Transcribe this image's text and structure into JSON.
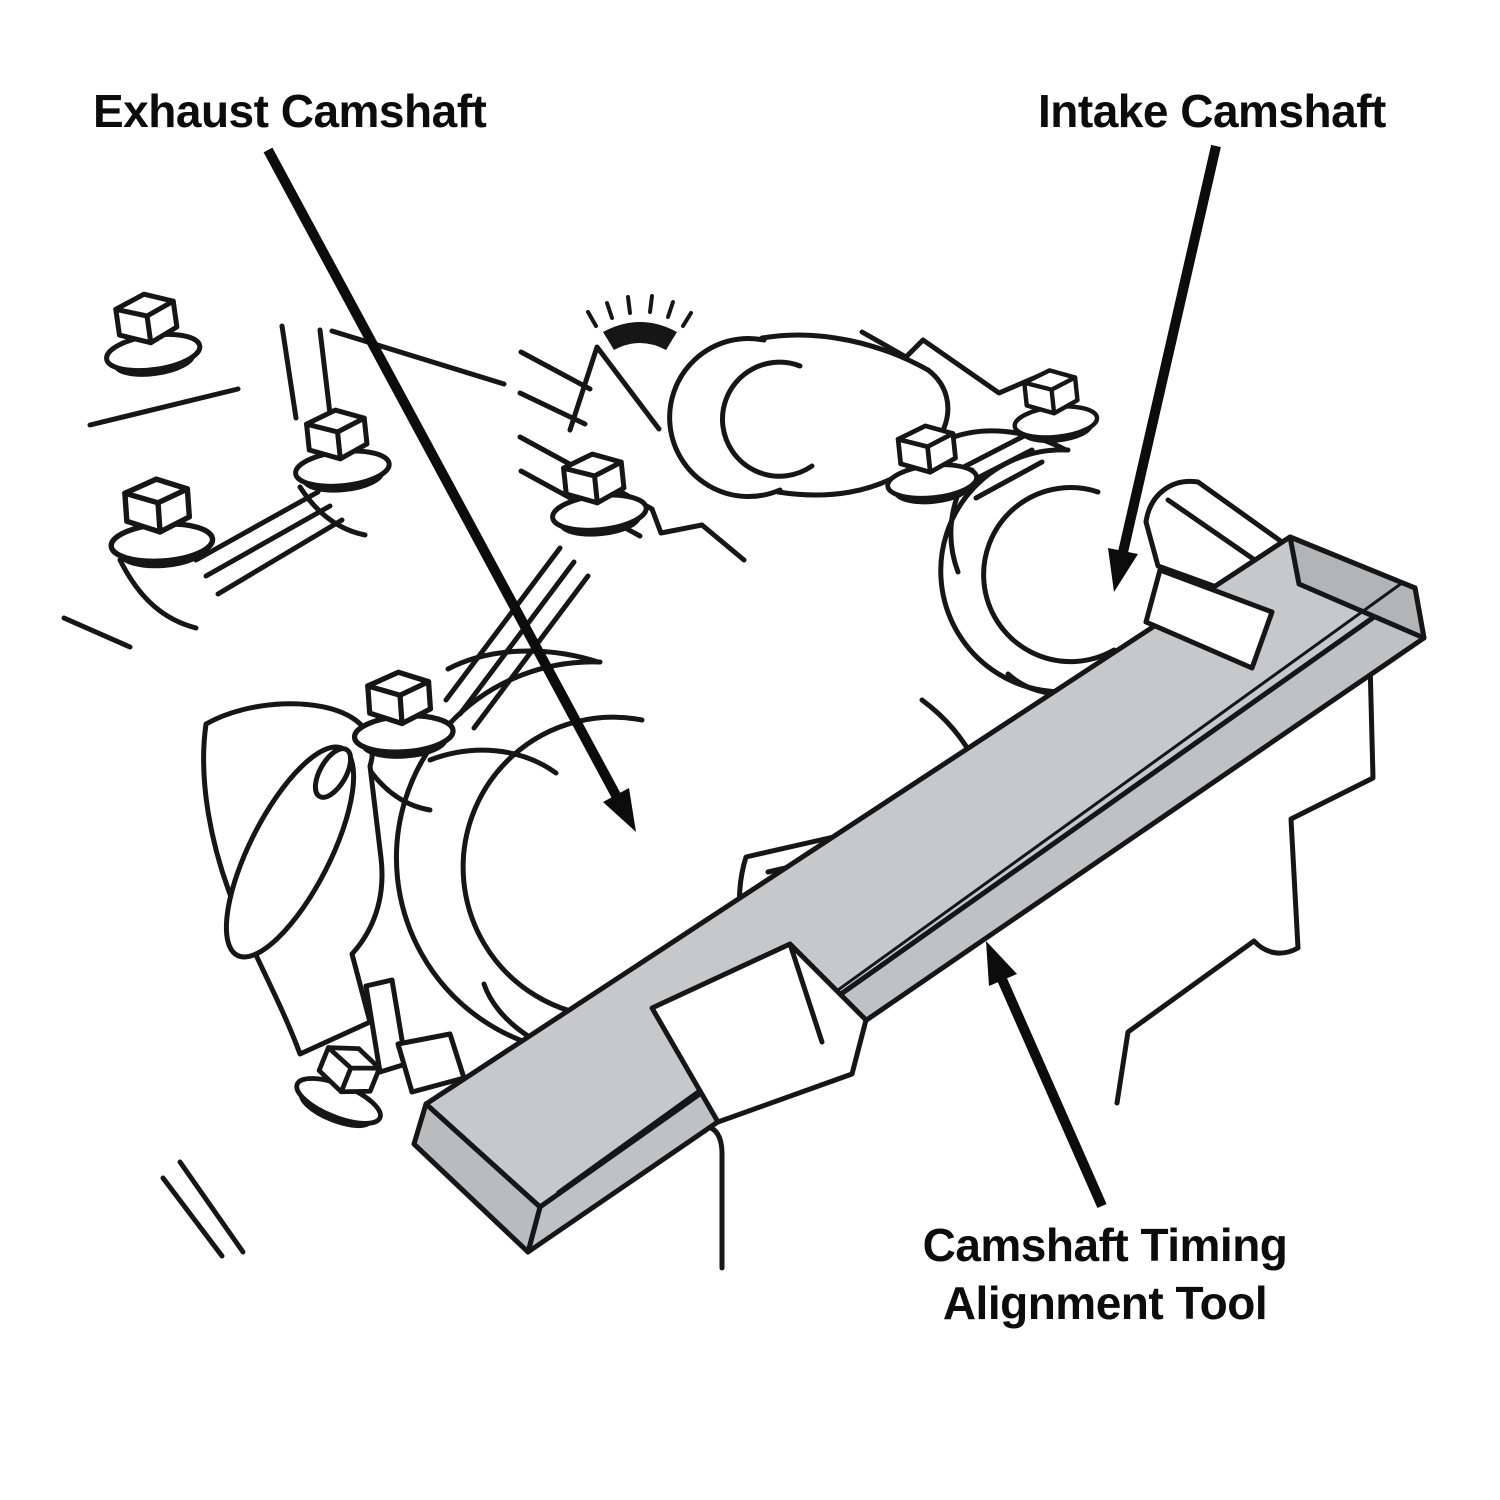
{
  "diagram": {
    "background_color": "#ffffff",
    "line_color": "#161616",
    "labels": {
      "exhaust_camshaft": "Exhaust Camshaft",
      "intake_camshaft": "Intake Camshaft",
      "alignment_tool_line1": "Camshaft Timing",
      "alignment_tool_line2": "Alignment Tool"
    },
    "alignment_tool_colors": {
      "top_face": "#c6c8ca",
      "front_face": "#bfc1c3",
      "left_end_face": "#b9bbbd",
      "right_end_face": "#b2b4b6"
    }
  }
}
